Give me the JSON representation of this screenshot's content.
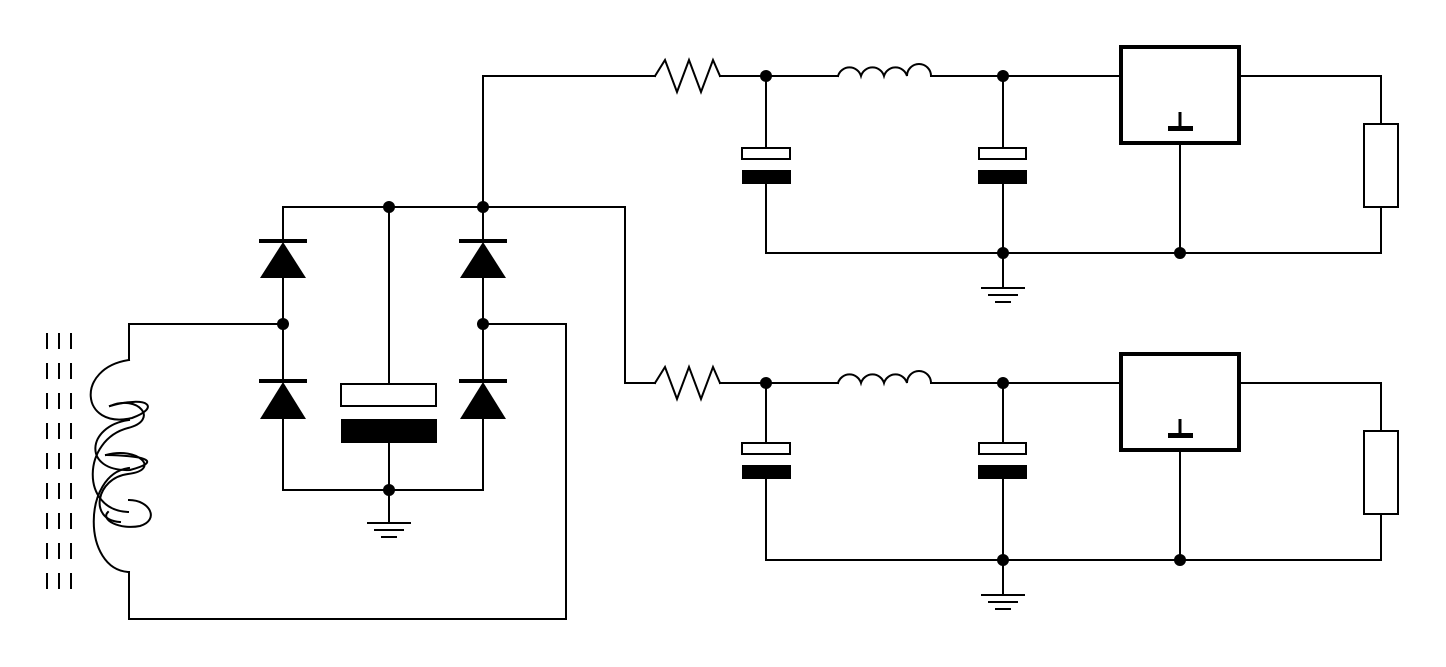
{
  "diagram": {
    "type": "circuit-schematic",
    "description_visible_text": "",
    "colors": {
      "background": "#ffffff",
      "ink": "#000000"
    },
    "components": {
      "transformer": {
        "kind": "iron-core transformer secondary winding",
        "turns": 3
      },
      "rectifier": {
        "kind": "bridge rectifier",
        "diode_count": 4
      },
      "main_capacitor": {
        "kind": "polarized capacitor",
        "count": 1
      },
      "channels": [
        {
          "id": "upper",
          "resistor": 1,
          "inductor": 1,
          "capacitors": 2,
          "regulator": 1,
          "load_resistor": 1,
          "grounds": 1
        },
        {
          "id": "lower",
          "resistor": 1,
          "inductor": 1,
          "capacitors": 2,
          "regulator": 1,
          "load_resistor": 1,
          "grounds": 1
        }
      ],
      "ground_symbols": 3
    },
    "icons": [
      "ground-icon",
      "diode-icon",
      "capacitor-icon",
      "resistor-icon",
      "inductor-icon",
      "regulator-icon"
    ]
  }
}
